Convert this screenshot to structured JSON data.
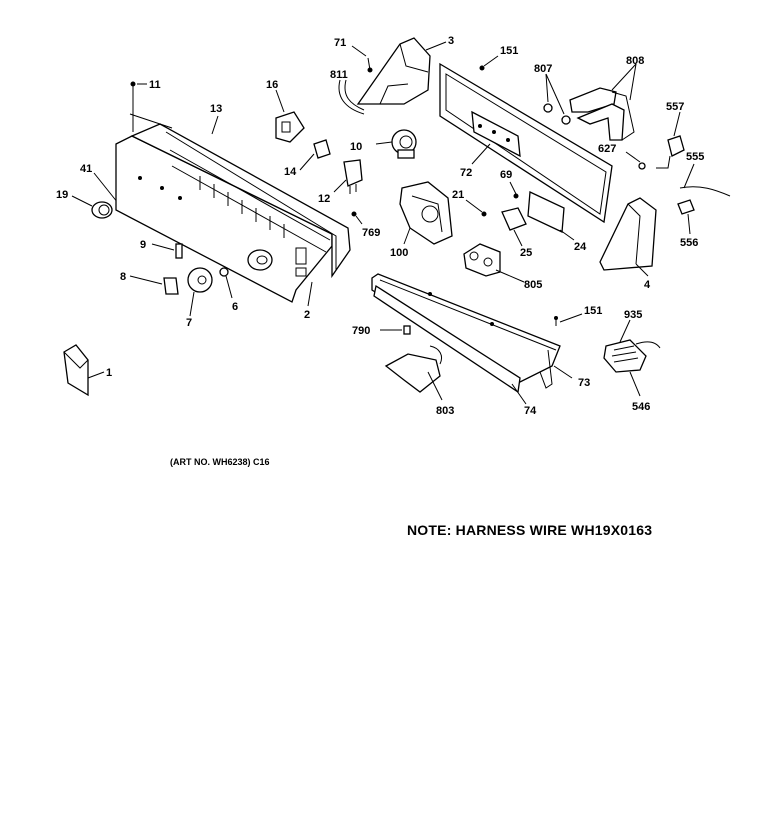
{
  "labels": {
    "l1": "1",
    "l2": "2",
    "l3": "3",
    "l4": "4",
    "l6": "6",
    "l7": "7",
    "l8": "8",
    "l9": "9",
    "l10": "10",
    "l11": "11",
    "l12": "12",
    "l13": "13",
    "l14": "14",
    "l16": "16",
    "l19": "19",
    "l21": "21",
    "l24": "24",
    "l25": "25",
    "l41": "41",
    "l69": "69",
    "l71": "71",
    "l72": "72",
    "l73": "73",
    "l74": "74",
    "l100": "100",
    "l151a": "151",
    "l151b": "151",
    "l546": "546",
    "l555": "555",
    "l556": "556",
    "l557": "557",
    "l627": "627",
    "l769": "769",
    "l790": "790",
    "l803": "803",
    "l805": "805",
    "l807": "807",
    "l808": "808",
    "l811": "811",
    "l935": "935"
  },
  "art_number": "(ART NO. WH6238) C16",
  "note": "NOTE: HARNESS WIRE WH19X0163"
}
